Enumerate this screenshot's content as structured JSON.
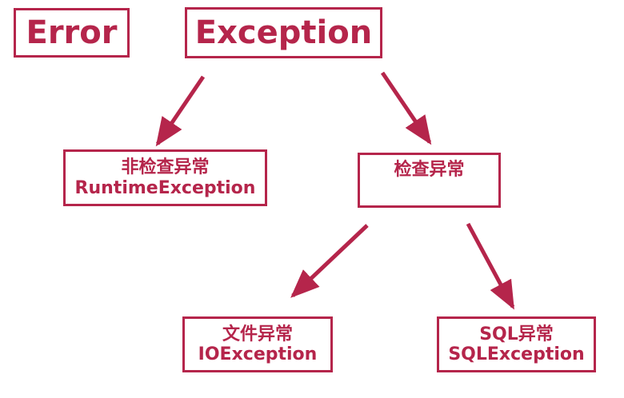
{
  "diagram": {
    "accent_color": "#b5254b",
    "nodes": {
      "error": {
        "label": "Error"
      },
      "exception": {
        "label": "Exception"
      },
      "unchecked": {
        "title": "非检查异常",
        "subtitle": "RuntimeException"
      },
      "checked": {
        "title": "检查异常"
      },
      "io": {
        "title": "文件异常",
        "subtitle": "IOException"
      },
      "sql": {
        "title": "SQL异常",
        "subtitle": "SQLException"
      }
    },
    "edges": [
      {
        "from": "exception",
        "to": "unchecked"
      },
      {
        "from": "exception",
        "to": "checked"
      },
      {
        "from": "checked",
        "to": "io"
      },
      {
        "from": "checked",
        "to": "sql"
      }
    ]
  }
}
